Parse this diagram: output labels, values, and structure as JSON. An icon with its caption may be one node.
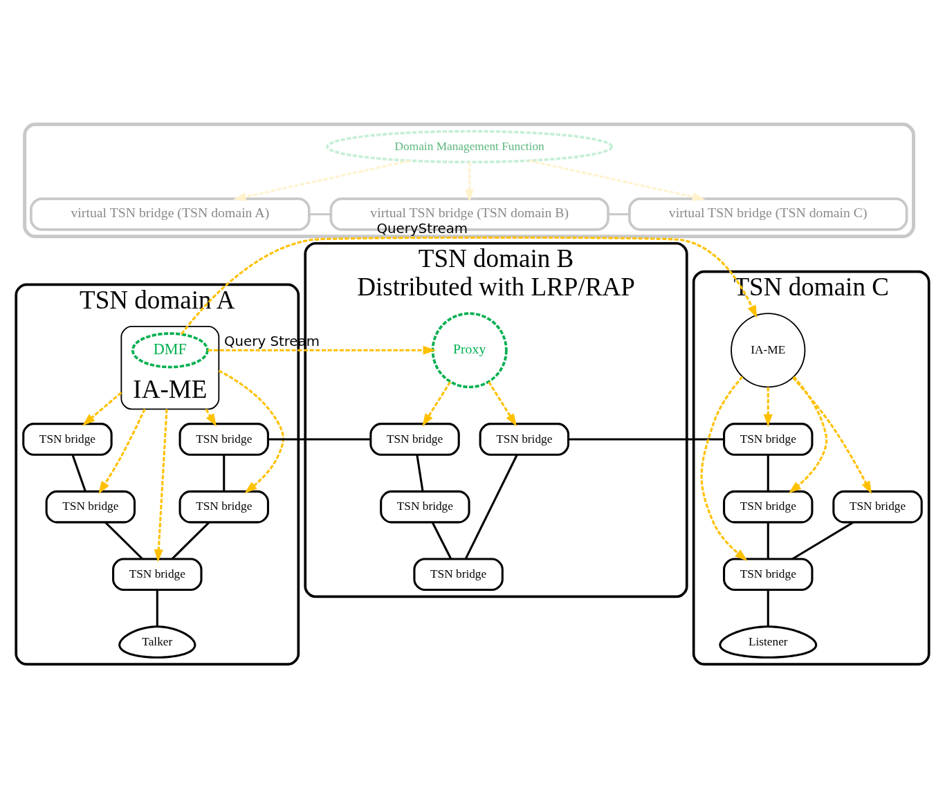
{
  "diagram": {
    "nodes": [
      {
        "text": [],
        "shape": "cloud"
      },
      {
        "text": [
          "Domain Management Function"
        ],
        "in": 0
      },
      {
        "text": [
          "virtual TSN bridge (TSN domain A)"
        ],
        "in": 0
      },
      {
        "text": [
          "virtual TSN bridge (TSN domain B)"
        ],
        "in": 0
      },
      {
        "text": [
          "virtual TSN bridge (TSN domain C)"
        ],
        "in": 0
      },
      {
        "text": [
          "TSN domain A"
        ]
      },
      {
        "text": [
          "IA-ME"
        ],
        "in": 5
      },
      {
        "text": [
          "DMF"
        ],
        "in": 6
      },
      {
        "text": [
          "TSN bridge"
        ],
        "in": 5
      },
      {
        "text": [
          "TSN bridge"
        ],
        "in": 5
      },
      {
        "text": [
          "TSN bridge"
        ],
        "in": 5
      },
      {
        "text": [
          "TSN bridge"
        ],
        "in": 5
      },
      {
        "text": [
          "TSN bridge"
        ],
        "in": 5
      },
      {
        "text": [
          "Talker"
        ],
        "in": 5
      },
      {
        "text": [
          "TSN domain B",
          "Distributed with LRP/RAP"
        ]
      },
      {
        "text": [
          "Proxy"
        ],
        "in": 14
      },
      {
        "text": [
          "TSN bridge"
        ],
        "in": 14
      },
      {
        "text": [
          "TSN bridge"
        ],
        "in": 14
      },
      {
        "text": [
          "TSN bridge"
        ],
        "in": 14
      },
      {
        "text": [
          "TSN bridge"
        ],
        "in": 14
      },
      {
        "text": [
          "TSN domain C"
        ]
      },
      {
        "text": [
          "IA-ME"
        ],
        "in": 20
      },
      {
        "text": [
          "TSN bridge"
        ],
        "in": 20
      },
      {
        "text": [
          "TSN bridge"
        ],
        "in": 20
      },
      {
        "text": [
          "TSN bridge"
        ],
        "in": 20
      },
      {
        "text": [
          "TSN bridge"
        ],
        "in": 20
      },
      {
        "text": [
          "Listener"
        ],
        "in": 20
      }
    ],
    "edges": [
      {
        "from": 1,
        "to": 2,
        "arrow": "to",
        "style": "dashed",
        "color": "#fff2cc"
      },
      {
        "from": 1,
        "to": 3,
        "arrow": "to",
        "style": "dashed",
        "color": "#fff2cc"
      },
      {
        "from": 1,
        "to": 4,
        "arrow": "to",
        "style": "dashed",
        "color": "#fff2cc"
      },
      {
        "from": 2,
        "to": 3,
        "arrow": "none",
        "color": "#c8c8c8"
      },
      {
        "from": 3,
        "to": 4,
        "arrow": "none",
        "color": "#c8c8c8"
      },
      {
        "from": 7,
        "to": 15,
        "label": "Query Stream",
        "arrow": "to",
        "style": "dashed",
        "color": "#ffc000"
      },
      {
        "from": 7,
        "to": 21,
        "label": "QueryStream",
        "arrow": "to",
        "style": "dashed",
        "color": "#ffc000"
      },
      {
        "from": 6,
        "to": 8,
        "arrow": "to",
        "style": "dashed",
        "color": "#ffc000"
      },
      {
        "from": 6,
        "to": 11,
        "arrow": "to",
        "style": "dashed",
        "color": "#ffc000"
      },
      {
        "from": 6,
        "to": 10,
        "arrow": "to",
        "style": "dashed",
        "color": "#ffc000"
      },
      {
        "from": 6,
        "to": 12,
        "arrow": "to",
        "style": "dashed",
        "color": "#ffc000"
      },
      {
        "from": 6,
        "to": 9,
        "arrow": "to",
        "style": "dashed",
        "color": "#ffc000"
      },
      {
        "from": 8,
        "to": 11,
        "arrow": "none"
      },
      {
        "from": 11,
        "to": 10,
        "arrow": "none"
      },
      {
        "from": 10,
        "to": 12,
        "arrow": "none"
      },
      {
        "from": 9,
        "to": 12,
        "arrow": "none"
      },
      {
        "from": 10,
        "to": 13,
        "arrow": "none"
      },
      {
        "from": 9,
        "to": 16,
        "arrow": "none"
      },
      {
        "from": 15,
        "to": 16,
        "arrow": "to",
        "style": "dashed",
        "color": "#ffc000"
      },
      {
        "from": 15,
        "to": 17,
        "arrow": "to",
        "style": "dashed",
        "color": "#ffc000"
      },
      {
        "from": 16,
        "to": 18,
        "arrow": "none"
      },
      {
        "from": 18,
        "to": 19,
        "arrow": "none"
      },
      {
        "from": 17,
        "to": 19,
        "arrow": "none"
      },
      {
        "from": 17,
        "to": 22,
        "arrow": "none"
      },
      {
        "from": 21,
        "to": 22,
        "arrow": "to",
        "style": "dashed",
        "color": "#ffc000"
      },
      {
        "from": 21,
        "to": 24,
        "arrow": "to",
        "style": "dashed",
        "color": "#ffc000"
      },
      {
        "from": 21,
        "to": 23,
        "arrow": "to",
        "style": "dashed",
        "color": "#ffc000"
      },
      {
        "from": 21,
        "to": 25,
        "arrow": "to",
        "style": "dashed",
        "color": "#ffc000"
      },
      {
        "from": 22,
        "to": 24,
        "arrow": "none"
      },
      {
        "from": 24,
        "to": 23,
        "arrow": "none"
      },
      {
        "from": 23,
        "to": 25,
        "arrow": "none"
      },
      {
        "from": 23,
        "to": 26,
        "arrow": "none"
      }
    ]
  }
}
